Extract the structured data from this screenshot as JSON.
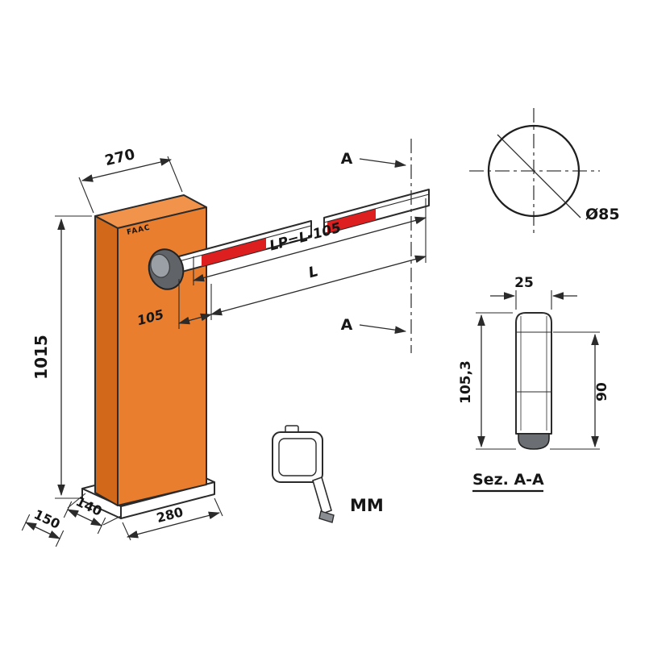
{
  "diagram": {
    "type": "barrier-dimension-drawing",
    "cabinet": {
      "brand": "FAAC",
      "dims": {
        "depth": "270",
        "height": "1015",
        "base_depth": "150",
        "base_inner": "140",
        "base_width": "280"
      }
    },
    "arm": {
      "dims": {
        "pivot_offset": "105",
        "total_length": "L",
        "passage": "LP=L-105"
      },
      "section_marker": "A"
    },
    "detail": {
      "diameter": "Ø85"
    },
    "section": {
      "title": "Sez. A-A",
      "width": "25",
      "height": "105,3",
      "inner_height": "90"
    },
    "units": {
      "label": "MM"
    },
    "colors": {
      "cabinet_orange": "#E97E2E",
      "cabinet_orange_dark": "#D2681A",
      "cabinet_orange_top": "#F2934C",
      "stripe_red": "#DD1F1F",
      "hub_gray": "#606468",
      "line": "#2b2b2b"
    }
  }
}
